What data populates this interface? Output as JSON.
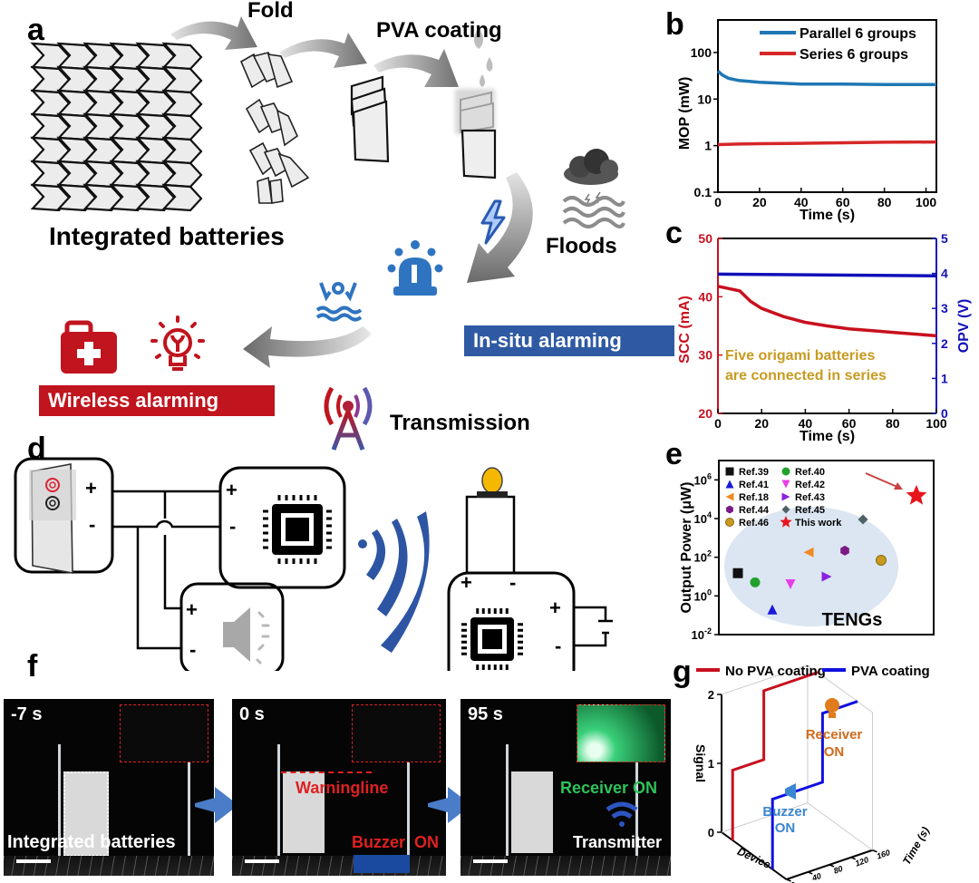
{
  "panels": {
    "a": {
      "label": "a",
      "steps": [
        "Fold",
        "PVA coating"
      ],
      "integrated_label": "Integrated batteries",
      "floods_label": "Floods",
      "in_situ_label": "In-situ alarming",
      "wireless_label": "Wireless alarming",
      "transmission_label": "Transmission",
      "icons": [
        "origami-grid-icon",
        "folded-origami-icon",
        "folded-stack-icon",
        "coated-stack-icon",
        "water-drop-icon",
        "storm-cloud-icon",
        "flood-waves-icon",
        "lightning-icon",
        "siren-icon",
        "drowning-person-icon",
        "first-aid-kit-icon",
        "lightbulb-icon",
        "radio-tower-icon"
      ],
      "colors": {
        "in_situ": "#2f5aa3",
        "wireless": "#c0141e",
        "icon_blue": "#2f74c0",
        "icon_red": "#c0141e"
      }
    },
    "b": {
      "label": "b"
    },
    "c": {
      "label": "c"
    },
    "d": {
      "label": "d",
      "plus": "+",
      "minus": "-",
      "icons": [
        "battery-stack-icon",
        "chip-icon",
        "speaker-icon",
        "wireless-wave-icon",
        "bulb-icon",
        "chip-icon",
        "battery-cell-icon"
      ]
    },
    "e": {
      "label": "e"
    },
    "f": {
      "label": "f",
      "photos": [
        {
          "time": "-7 s",
          "caption": "Integrated batteries"
        },
        {
          "time": "0 s",
          "caption_line": "Warningline",
          "caption_buzzer": "Buzzer  ON"
        },
        {
          "time": "95 s",
          "caption_receiver": "Receiver ON",
          "caption_transmitter": "Transmitter"
        }
      ]
    },
    "g": {
      "label": "g",
      "receiver_label": "Receiver",
      "buzzer_label": "Buzzer",
      "on_label": "ON"
    }
  },
  "chart_data": [
    {
      "id": "b",
      "type": "line",
      "title": "",
      "xlabel": "Time (s)",
      "ylabel": "MOP (mW)",
      "yscale": "log",
      "xlim": [
        0,
        105
      ],
      "ylim": [
        0.1,
        500
      ],
      "xticks": [
        0,
        20,
        40,
        60,
        80,
        100
      ],
      "yticks": [
        0.1,
        1,
        10,
        100
      ],
      "ytick_labels": [
        "0.1",
        "1",
        "10",
        "100"
      ],
      "legend": "top-right",
      "series": [
        {
          "name": "Parallel 6 groups",
          "color": "#1f77b4",
          "x": [
            0,
            2,
            5,
            10,
            15,
            20,
            30,
            40,
            60,
            80,
            105
          ],
          "y": [
            40,
            33,
            28,
            25,
            24,
            23,
            22,
            21,
            21,
            20.5,
            20.5
          ]
        },
        {
          "name": "Series 6 groups",
          "color": "#d62728",
          "x": [
            0,
            10,
            20,
            40,
            60,
            80,
            105
          ],
          "y": [
            1.05,
            1.08,
            1.1,
            1.12,
            1.15,
            1.18,
            1.2
          ]
        }
      ]
    },
    {
      "id": "c",
      "type": "line",
      "title": "",
      "xlabel": "Time (s)",
      "ylabel": "SCC (mA)",
      "ylabel_right": "OPV (V)",
      "xlim": [
        0,
        100
      ],
      "ylim": [
        20,
        50
      ],
      "ylim_right": [
        0,
        5
      ],
      "xticks": [
        0,
        20,
        40,
        60,
        80,
        100
      ],
      "yticks": [
        20,
        30,
        40,
        50
      ],
      "yticks_right": [
        0,
        1,
        2,
        3,
        4,
        5
      ],
      "annotation": [
        "Five origami batteries",
        "are connected in series"
      ],
      "series": [
        {
          "name": "SCC",
          "axis": "left",
          "color": "#c8101e",
          "x": [
            0,
            5,
            10,
            15,
            20,
            30,
            40,
            50,
            60,
            70,
            80,
            90,
            100
          ],
          "y": [
            41.8,
            41.4,
            41.0,
            39.2,
            38.0,
            36.6,
            35.6,
            35.0,
            34.5,
            34.2,
            33.9,
            33.6,
            33.3
          ]
        },
        {
          "name": "OPV",
          "axis": "right",
          "color": "#1010b8",
          "x": [
            0,
            20,
            40,
            60,
            80,
            100
          ],
          "y": [
            3.98,
            3.97,
            3.96,
            3.95,
            3.94,
            3.93
          ]
        }
      ]
    },
    {
      "id": "e",
      "type": "scatter",
      "xlabel": "",
      "ylabel": "Output Power (μW)",
      "yscale": "log",
      "ylim": [
        0.01,
        10000000
      ],
      "yticks": [
        0.01,
        1,
        100,
        10000,
        1000000
      ],
      "ytick_labels": [
        "10-2",
        "100",
        "102",
        "104",
        "106"
      ],
      "ytick_base": "10",
      "ytick_exps": [
        "-2",
        "0",
        "2",
        "4",
        "6"
      ],
      "xlim": [
        0,
        12
      ],
      "legend": "top-left",
      "region_label": "TENGs",
      "points": [
        {
          "name": "Ref.39",
          "x": 1,
          "y": 15,
          "marker": "square",
          "color": "#111111"
        },
        {
          "name": "Ref.40",
          "x": 2,
          "y": 5,
          "marker": "circle",
          "color": "#22a02c"
        },
        {
          "name": "Ref.41",
          "x": 3,
          "y": 0.2,
          "marker": "triangle-up",
          "color": "#1a1ad8"
        },
        {
          "name": "Ref.42",
          "x": 4,
          "y": 4,
          "marker": "triangle-down",
          "color": "#e83ee8"
        },
        {
          "name": "Ref.18",
          "x": 5,
          "y": 180,
          "marker": "triangle-left",
          "color": "#f08a24"
        },
        {
          "name": "Ref.43",
          "x": 6,
          "y": 10,
          "marker": "triangle-right",
          "color": "#8a22e0"
        },
        {
          "name": "Ref.44",
          "x": 7,
          "y": 220,
          "marker": "hexagon",
          "color": "#7a1a86"
        },
        {
          "name": "Ref.45",
          "x": 8,
          "y": 9000,
          "marker": "diamond",
          "color": "#4d6366"
        },
        {
          "name": "Ref.46",
          "x": 9,
          "y": 70,
          "marker": "sphere",
          "color": "#c89a20"
        },
        {
          "name": "This work",
          "x": 11,
          "y": 150000,
          "marker": "star",
          "color": "#e8141c"
        }
      ]
    },
    {
      "id": "g",
      "type": "line",
      "projection": "3d",
      "zlabel": "Signal",
      "xlabel": "Device",
      "ylabel": "Time (s)",
      "zlim": [
        0,
        2
      ],
      "zticks": [
        0,
        1,
        2
      ],
      "yticks": [
        0,
        40,
        80,
        120,
        160
      ],
      "legend": "top",
      "series": [
        {
          "name": "No PVA coating",
          "color": "#c8101e",
          "time": [
            0,
            2,
            2,
            60,
            60,
            160
          ],
          "signal": [
            0,
            0,
            1,
            1,
            2,
            2
          ]
        },
        {
          "name": "PVA coating",
          "color": "#1010e0",
          "time": [
            0,
            2,
            2,
            95,
            95,
            160
          ],
          "signal": [
            0,
            0,
            1,
            1,
            2,
            2
          ]
        }
      ]
    }
  ]
}
